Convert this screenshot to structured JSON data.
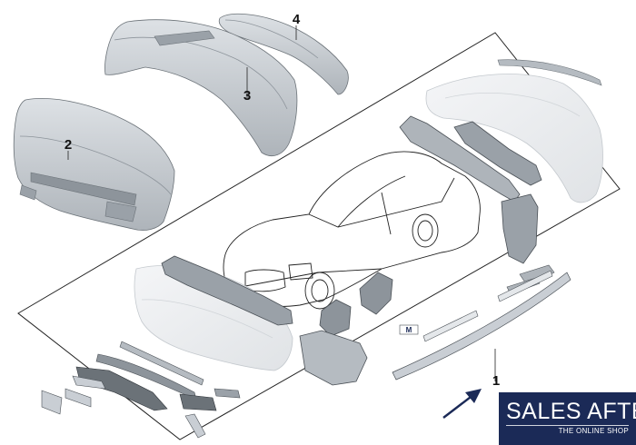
{
  "diagram": {
    "callouts": [
      {
        "id": "1",
        "label": "1"
      },
      {
        "id": "2",
        "label": "2"
      },
      {
        "id": "3",
        "label": "3"
      },
      {
        "id": "4",
        "label": "4"
      }
    ],
    "badge_text": "M",
    "colors": {
      "line": "#222222",
      "part_fill": "#c9ced4",
      "part_dark": "#8d949b",
      "ghost_fill": "#ebeef1",
      "arrow": "#1b2a57"
    }
  },
  "logo": {
    "main": "SALES AFTER",
    "sub": "THE ONLINE SHOP",
    "bg_color": "#1b2a57"
  }
}
